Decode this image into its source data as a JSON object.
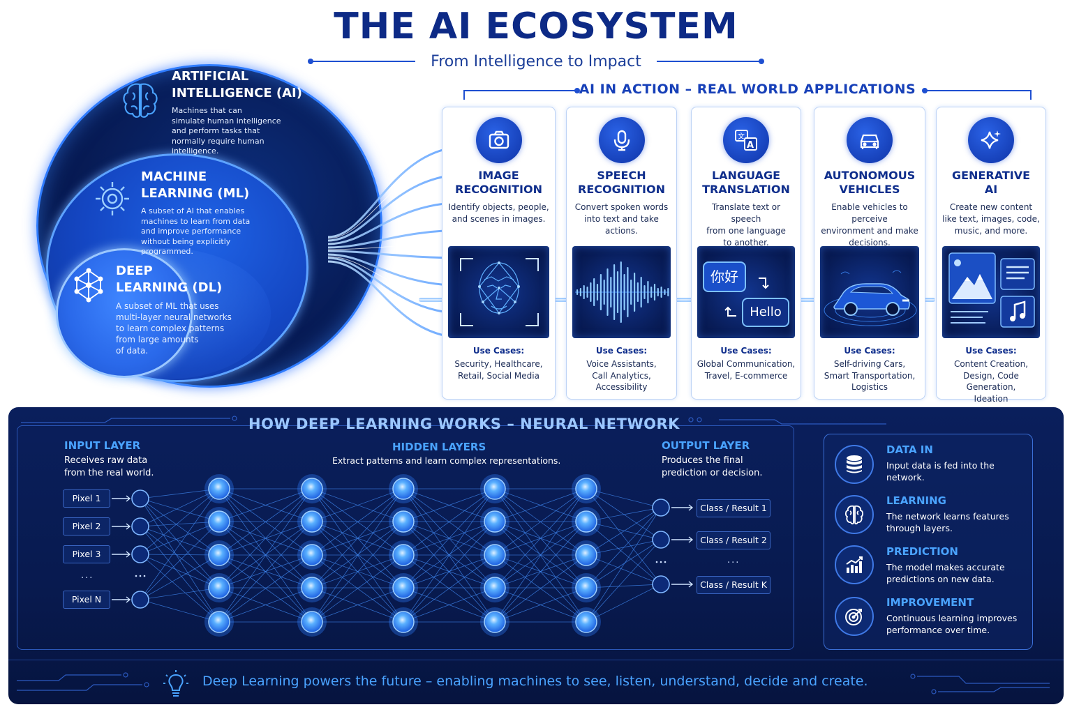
{
  "header": {
    "title": "THE AI ECOSYSTEM",
    "subtitle": "From Intelligence to Impact"
  },
  "circles": {
    "ai": {
      "title_line1": "ARTIFICIAL",
      "title_line2": "INTELLIGENCE (AI)",
      "description_lines": [
        "Machines that can",
        "simulate human intelligence",
        "and perform tasks that",
        "normally require human",
        "intelligence."
      ],
      "icon": "brain-icon"
    },
    "ml": {
      "title_line1": "MACHINE",
      "title_line2": "LEARNING (ML)",
      "description_lines": [
        "A subset of AI that enables",
        "machines to learn from data",
        "and improve performance",
        "without being explicitly",
        "programmed."
      ],
      "icon": "gear-icon"
    },
    "dl": {
      "title_line1": "DEEP",
      "title_line2": "LEARNING (DL)",
      "description_lines": [
        "A subset of ML that uses",
        "multi-layer neural networks",
        "to learn complex patterns",
        "from large amounts",
        "of data."
      ],
      "icon": "network-icon"
    }
  },
  "applications": {
    "section_title": "AI IN ACTION – REAL WORLD APPLICATIONS",
    "use_cases_label": "Use Cases:",
    "items": [
      {
        "name_line1": "IMAGE",
        "name_line2": "RECOGNITION",
        "description_lines": [
          "Identify objects, people,",
          "and scenes in images."
        ],
        "use_cases_lines": [
          "Security, Healthcare,",
          "Retail, Social Media"
        ],
        "icon": "camera-icon",
        "visual": "face-scan"
      },
      {
        "name_line1": "SPEECH",
        "name_line2": "RECOGNITION",
        "description_lines": [
          "Convert spoken words",
          "into text and take",
          "actions."
        ],
        "use_cases_lines": [
          "Voice Assistants,",
          "Call Analytics,",
          "Accessibility"
        ],
        "icon": "microphone-icon",
        "visual": "waveform"
      },
      {
        "name_line1": "LANGUAGE",
        "name_line2": "TRANSLATION",
        "description_lines": [
          "Translate text or speech",
          "from one language",
          "to another."
        ],
        "use_cases_lines": [
          "Global Communication,",
          "Travel, E-commerce"
        ],
        "icon": "translate-icon",
        "visual": "chat-bubbles",
        "bubble_source": "你好",
        "bubble_target": "Hello"
      },
      {
        "name_line1": "AUTONOMOUS",
        "name_line2": "VEHICLES",
        "description_lines": [
          "Enable vehicles to perceive",
          "environment and make",
          "decisions."
        ],
        "use_cases_lines": [
          "Self-driving Cars,",
          "Smart Transportation,",
          "Logistics"
        ],
        "icon": "car-icon",
        "visual": "car"
      },
      {
        "name_line1": "GENERATIVE",
        "name_line2": "AI",
        "description_lines": [
          "Create new content",
          "like text, images, code,",
          "music, and more."
        ],
        "use_cases_lines": [
          "Content Creation,",
          "Design, Code Generation,",
          "Ideation"
        ],
        "icon": "sparkle-icon",
        "visual": "content-tiles"
      }
    ]
  },
  "neural_network": {
    "section_title": "HOW DEEP LEARNING WORKS – NEURAL NETWORK",
    "input_layer": {
      "title": "INPUT LAYER",
      "description_lines": [
        "Receives raw data",
        "from the real world."
      ],
      "nodes": [
        "Pixel 1",
        "Pixel 2",
        "Pixel 3",
        "Pixel N"
      ],
      "ellipsis": "..."
    },
    "hidden_layers": {
      "title": "HIDDEN LAYERS",
      "description": "Extract patterns and learn complex representations."
    },
    "output_layer": {
      "title": "OUTPUT LAYER",
      "description_lines": [
        "Produces the final",
        "prediction or decision."
      ],
      "nodes": [
        "Class / Result 1",
        "Class / Result 2",
        "Class / Result K"
      ],
      "ellipsis": "..."
    }
  },
  "process_steps": [
    {
      "title": "DATA IN",
      "description_lines": [
        "Input data is fed into the",
        "network."
      ],
      "icon": "database-icon"
    },
    {
      "title": "LEARNING",
      "description_lines": [
        "The network learns features",
        "through layers."
      ],
      "icon": "brain-icon"
    },
    {
      "title": "PREDICTION",
      "description_lines": [
        "The model makes accurate",
        "predictions on new data."
      ],
      "icon": "bar-chart-icon"
    },
    {
      "title": "IMPROVEMENT",
      "description_lines": [
        "Continuous learning improves",
        "performance over time."
      ],
      "icon": "target-icon"
    }
  ],
  "footer": {
    "text": "Deep Learning powers the future – enabling machines to see, listen, understand, decide and create.",
    "icon": "lightbulb-icon"
  },
  "colors": {
    "navy": "#0d2a86",
    "accent_blue": "#1e4fd1",
    "glow_blue": "#4aa3ff",
    "panel_dark": "#081a4f"
  }
}
